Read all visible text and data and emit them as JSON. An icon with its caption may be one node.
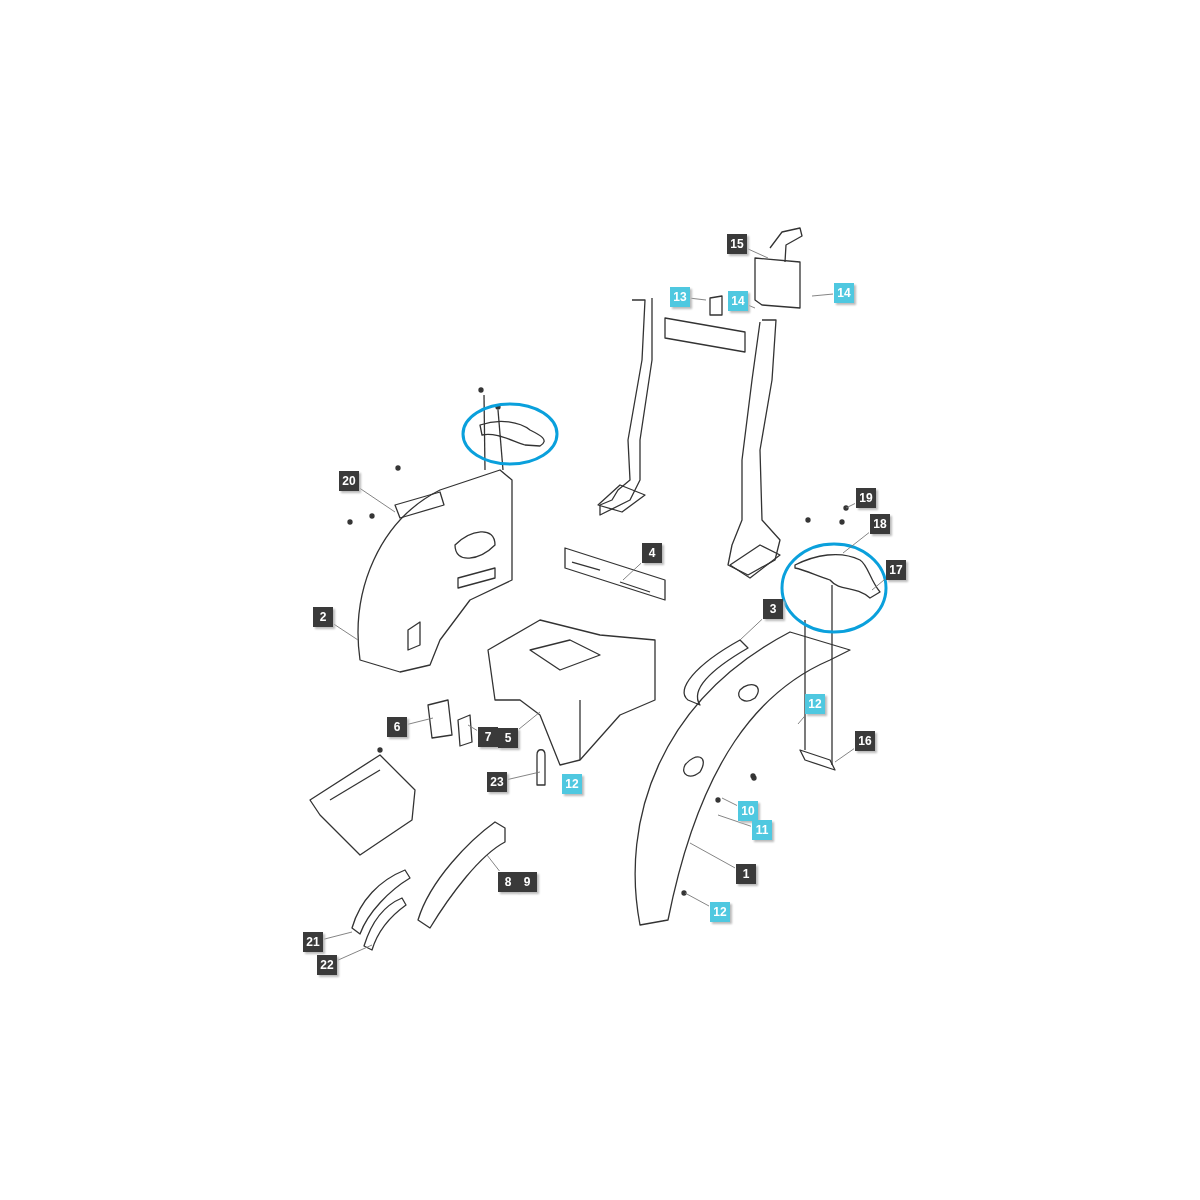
{
  "diagram": {
    "nodes": [
      {
        "text": [
          "15"
        ]
      },
      {
        "text": [
          "13"
        ]
      },
      {
        "text": [
          "14"
        ]
      },
      {
        "text": [
          "14"
        ]
      },
      {
        "text": [
          "20"
        ]
      },
      {
        "text": [
          "19"
        ]
      },
      {
        "text": [
          "18"
        ]
      },
      {
        "text": [
          "4"
        ]
      },
      {
        "text": [
          "17"
        ]
      },
      {
        "text": [
          "2"
        ]
      },
      {
        "text": [
          "3"
        ]
      },
      {
        "text": [
          "12"
        ]
      },
      {
        "text": [
          "6"
        ]
      },
      {
        "text": [
          "7"
        ]
      },
      {
        "text": [
          "5"
        ]
      },
      {
        "text": [
          "16"
        ]
      },
      {
        "text": [
          "23"
        ]
      },
      {
        "text": [
          "12"
        ]
      },
      {
        "text": [
          "10"
        ]
      },
      {
        "text": [
          "11"
        ]
      },
      {
        "text": [
          "1"
        ]
      },
      {
        "text": [
          "8"
        ]
      },
      {
        "text": [
          "9"
        ]
      },
      {
        "text": [
          "12"
        ]
      },
      {
        "text": [
          "21"
        ]
      },
      {
        "text": [
          "22"
        ]
      }
    ],
    "edges": [
      {
        "from": 0,
        "to": null,
        "arrow": "none"
      },
      {
        "from": 1,
        "to": null,
        "arrow": "none"
      },
      {
        "from": 2,
        "to": null,
        "arrow": "none"
      },
      {
        "from": 3,
        "to": null,
        "arrow": "none"
      },
      {
        "from": 4,
        "to": null,
        "arrow": "none"
      },
      {
        "from": 5,
        "to": null,
        "arrow": "none"
      },
      {
        "from": 6,
        "to": null,
        "arrow": "none"
      },
      {
        "from": 7,
        "to": null,
        "arrow": "none"
      },
      {
        "from": 8,
        "to": null,
        "arrow": "none"
      },
      {
        "from": 9,
        "to": null,
        "arrow": "none"
      },
      {
        "from": 10,
        "to": null,
        "arrow": "none"
      },
      {
        "from": 11,
        "to": null,
        "arrow": "none"
      },
      {
        "from": 12,
        "to": null,
        "arrow": "none"
      },
      {
        "from": 13,
        "to": null,
        "arrow": "none"
      },
      {
        "from": 14,
        "to": null,
        "arrow": "none"
      },
      {
        "from": 15,
        "to": null,
        "arrow": "none"
      },
      {
        "from": 16,
        "to": null,
        "arrow": "none"
      },
      {
        "from": 18,
        "to": null,
        "arrow": "none"
      },
      {
        "from": 19,
        "to": null,
        "arrow": "none"
      },
      {
        "from": 20,
        "to": null,
        "arrow": "none"
      },
      {
        "from": 21,
        "to": null,
        "arrow": "none"
      },
      {
        "from": 23,
        "to": null,
        "arrow": "none"
      },
      {
        "from": 24,
        "to": null,
        "arrow": "none"
      },
      {
        "from": 25,
        "to": null,
        "arrow": "none"
      }
    ]
  }
}
